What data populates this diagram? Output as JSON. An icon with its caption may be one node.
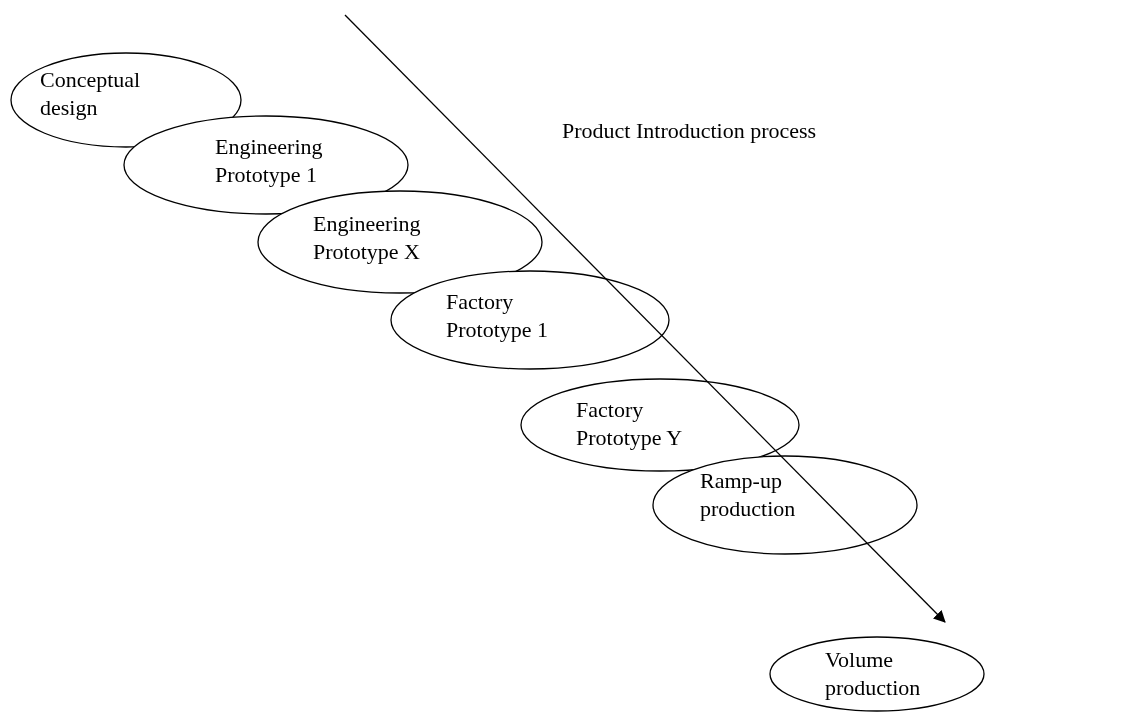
{
  "diagram": {
    "nodes": [
      {
        "text": [
          "Conceptual design"
        ]
      },
      {
        "text": [
          "Engineering Prototype 1"
        ]
      },
      {
        "text": [
          "Engineering Prototype X"
        ]
      },
      {
        "text": [
          "Factory Prototype 1"
        ]
      },
      {
        "text": [
          "Factory Prototype Y"
        ]
      },
      {
        "text": [
          "Ramp-up production"
        ]
      },
      {
        "text": [
          "Volume production"
        ]
      }
    ],
    "edges": [],
    "labels": [
      "Product Introduction process"
    ]
  }
}
